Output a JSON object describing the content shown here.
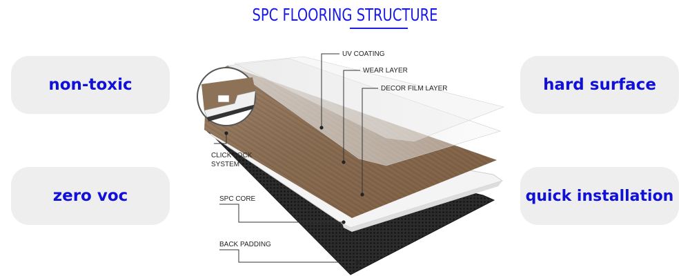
{
  "title": "SPC FLOORING STRUCTURE",
  "features": {
    "left": [
      "non-toxic",
      "zero voc"
    ],
    "right": [
      "hard surface",
      "quick installation"
    ]
  },
  "layers": {
    "uv_coating": "UV COATING",
    "wear_layer": "WEAR LAYER",
    "decor_film_layer": "DECOR FILM LAYER",
    "click_lock_line1": "CLICK LOCK",
    "click_lock_line2": "SYSTEM",
    "spc_core": "SPC CORE",
    "back_padding": "BACK PADDING"
  },
  "colors": {
    "title": "#1a1ae6",
    "feature_text": "#1010d8",
    "pill_background": "#eeeeee",
    "wood": "#8a6a4c",
    "core": "#f2f2f2",
    "backing": "#2a2a2a"
  }
}
